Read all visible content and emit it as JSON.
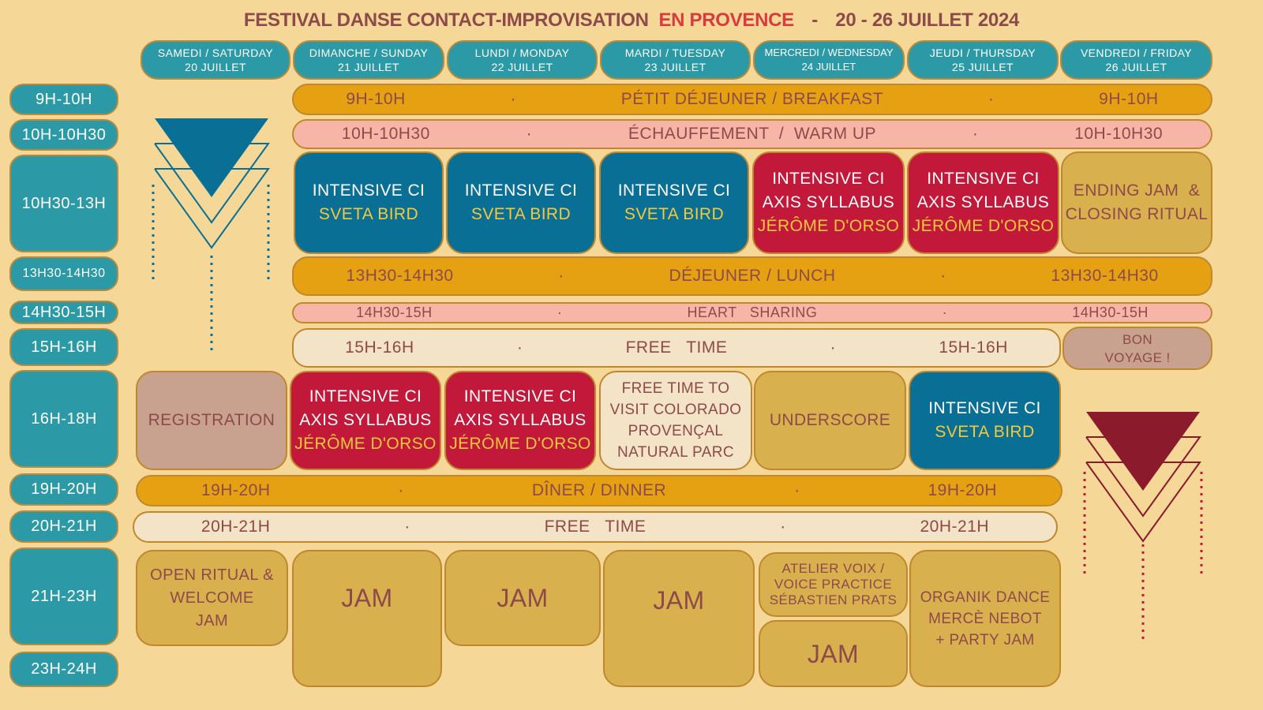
{
  "header": {
    "title_main": "FESTIVAL DANSE CONTACT-IMPROVISATION",
    "title_accent": "EN PROVENCE",
    "title_sep": "-",
    "title_dates": "20 - 26 JUILLET 2024"
  },
  "days": [
    {
      "name": "SAMEDI / SATURDAY",
      "date": "20 JUILLET"
    },
    {
      "name": "DIMANCHE / SUNDAY",
      "date": "21 JUILLET"
    },
    {
      "name": "LUNDI / MONDAY",
      "date": "22 JUILLET"
    },
    {
      "name": "MARDI / TUESDAY",
      "date": "23 JUILLET"
    },
    {
      "name": "MERCREDI / WEDNESDAY",
      "date": "24 JUILLET"
    },
    {
      "name": "JEUDI / THURSDAY",
      "date": "25 JUILLET"
    },
    {
      "name": "VENDREDI / FRIDAY",
      "date": "26 JUILLET"
    }
  ],
  "times": [
    "9H-10H",
    "10H-10H30",
    "10H30-13H",
    "13H30-14H30",
    "14H30-15H",
    "15H-16H",
    "16H-18H",
    "19H-20H",
    "20H-21H",
    "21H-23H",
    "23H-24H"
  ],
  "bands": {
    "breakfast": {
      "time": "9H-10H",
      "label": "PÉTIT DÉJEUNER / BREAKFAST",
      "sep": "·"
    },
    "warmup": {
      "time": "10H-10H30",
      "label": "ÉCHAUFFEMENT  /  WARM UP",
      "sep": "·"
    },
    "lunch": {
      "time": "13H30-14H30",
      "label": "DÉJEUNER / LUNCH",
      "sep": "·"
    },
    "heart": {
      "time": "14H30-15H",
      "label": "HEART   SHARING",
      "sep": "·"
    },
    "free1": {
      "time": "15H-16H",
      "label": "FREE   TIME",
      "sep": "·"
    },
    "dinner": {
      "time": "19H-20H",
      "label": "DÎNER / DINNER",
      "sep": "·"
    },
    "free2": {
      "time": "20H-21H",
      "label": "FREE   TIME",
      "sep": "·"
    }
  },
  "sessions": {
    "intensive": "INTENSIVE CI",
    "sveta": "SVETA BIRD",
    "axis": "AXIS SYLLABUS",
    "jerome": "JÉRÔME D'ORSO",
    "ending_l1": "ENDING JAM  &",
    "ending_l2": "CLOSING RITUAL",
    "bon_l1": "BON",
    "bon_l2": "VOYAGE !",
    "registration": "REGISTRATION",
    "free_visit": [
      "FREE TIME TO",
      "VISIT COLORADO",
      "PROVENÇAL",
      "NATURAL PARC"
    ],
    "underscore": "UNDERSCORE",
    "open_ritual": [
      "OPEN RITUAL &",
      "WELCOME",
      "JAM"
    ],
    "jam": "JAM",
    "voice": [
      "ATELIER VOIX /",
      "VOICE PRACTICE",
      "SÉBASTIEN PRATS"
    ],
    "organik": [
      "ORGANIK DANCE",
      "MERCÈ NEBOT",
      "+ PARTY JAM"
    ]
  },
  "colors": {
    "background": "#f5d898",
    "teal": "#2b9aa6",
    "blue": "#0a6f94",
    "red": "#c2183a",
    "gold": "#e6a112",
    "pink": "#f7b5a8",
    "olive": "#d8b04e",
    "text": "#8e4a4a"
  }
}
